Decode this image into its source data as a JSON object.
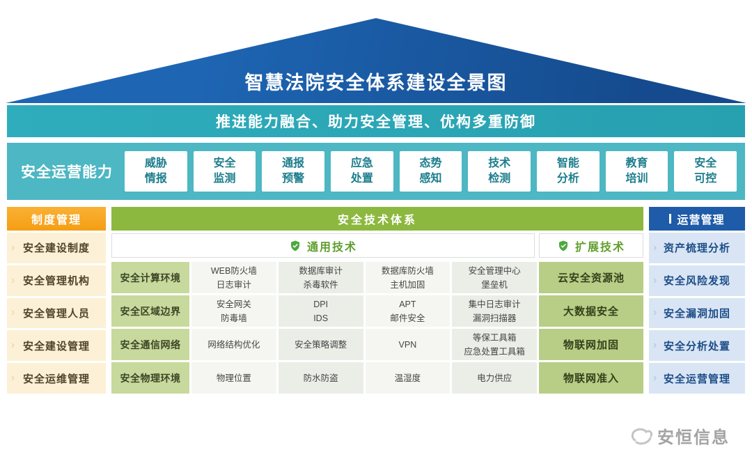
{
  "title": "智慧法院安全体系建设全景图",
  "slogan": "推进能力融合、助力安全管理、优构多重防御",
  "capabilities": {
    "label": "安全运营能力",
    "items": [
      [
        "威胁",
        "情报"
      ],
      [
        "安全",
        "监测"
      ],
      [
        "通报",
        "预警"
      ],
      [
        "应急",
        "处置"
      ],
      [
        "态势",
        "感知"
      ],
      [
        "技术",
        "检测"
      ],
      [
        "智能",
        "分析"
      ],
      [
        "教育",
        "培训"
      ],
      [
        "安全",
        "可控"
      ]
    ]
  },
  "policy": {
    "header": "制度管理",
    "items": [
      "安全建设制度",
      "安全管理机构",
      "安全管理人员",
      "安全建设管理",
      "安全运维管理"
    ]
  },
  "tech": {
    "header": "安全技术体系",
    "general_label": "通用技术",
    "extension_label": "扩展技术",
    "rows": [
      {
        "category": "安全计算环境",
        "cells": [
          [
            "WEB防火墙",
            "日志审计"
          ],
          [
            "数据库审计",
            "杀毒软件"
          ],
          [
            "数据库防火墙",
            "主机加固"
          ],
          [
            "安全管理中心",
            "堡垒机"
          ]
        ],
        "extension": "云安全资源池"
      },
      {
        "category": "安全区域边界",
        "cells": [
          [
            "安全网关",
            "防毒墙"
          ],
          [
            "DPI",
            "IDS"
          ],
          [
            "APT",
            "邮件安全"
          ],
          [
            "集中日志审计",
            "漏洞扫描器"
          ]
        ],
        "extension": "大数据安全"
      },
      {
        "category": "安全通信网络",
        "cells": [
          [
            "网络结构优化"
          ],
          [
            "安全策略调整"
          ],
          [
            "VPN"
          ],
          [
            "等保工具箱",
            "应急处置工具箱"
          ]
        ],
        "extension": "物联网加固"
      },
      {
        "category": "安全物理环境",
        "cells": [
          [
            "物理位置"
          ],
          [
            "防水防盗"
          ],
          [
            "温湿度"
          ],
          [
            "电力供应"
          ]
        ],
        "extension": "物联网准入"
      }
    ]
  },
  "operations": {
    "header": "运营管理",
    "items": [
      "资产梳理分析",
      "安全风险发现",
      "安全漏洞加固",
      "安全分析处置",
      "安全运营管理"
    ]
  },
  "footer": {
    "brand": "安恒信息"
  },
  "icons": {
    "shield": "shield-check",
    "chevron": "›"
  },
  "colors": {
    "roof_blue": "#1b5aa6",
    "banner_teal": "#2ca9b8",
    "capability_teal": "#4db7c3",
    "policy_orange": "#f7a81f",
    "tech_green": "#8cb83f",
    "extension_green": "#b8cd86",
    "category_green": "#c8d99d",
    "operations_blue": "#1e5ba8"
  }
}
